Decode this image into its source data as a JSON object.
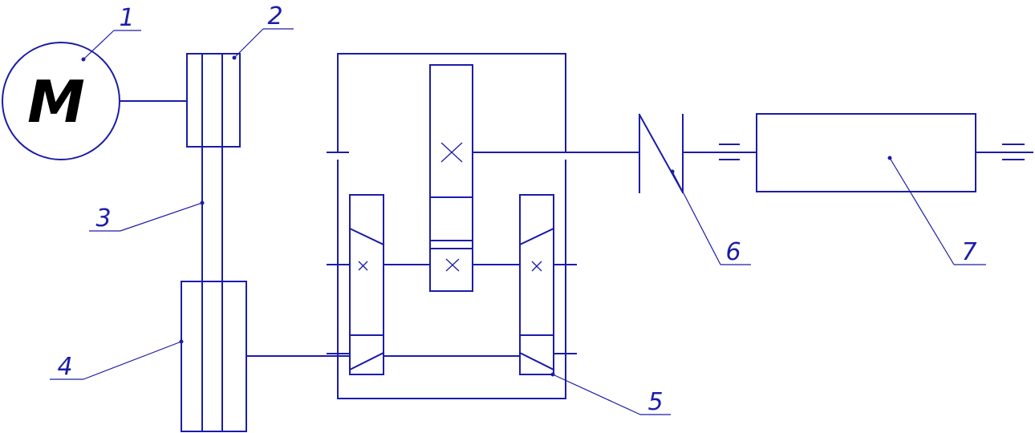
{
  "motor": {
    "letter": "M"
  },
  "callouts": [
    {
      "id": "1",
      "text": "1"
    },
    {
      "id": "2",
      "text": "2"
    },
    {
      "id": "3",
      "text": "3"
    },
    {
      "id": "4",
      "text": "4"
    },
    {
      "id": "5",
      "text": "5"
    },
    {
      "id": "6",
      "text": "6"
    },
    {
      "id": "7",
      "text": "7"
    }
  ],
  "colors": {
    "line": "#1c1ca8",
    "motor_letter": "#000000",
    "background": "#ffffff"
  }
}
